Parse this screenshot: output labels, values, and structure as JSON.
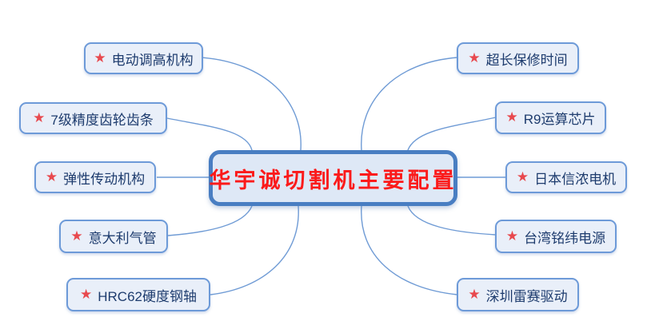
{
  "diagram_type": "mindmap",
  "center": {
    "label": "华宇诚切割机主要配置"
  },
  "branches": {
    "left": [
      {
        "label": "电动调高机构"
      },
      {
        "label": "7级精度齿轮齿条"
      },
      {
        "label": "弹性传动机构"
      },
      {
        "label": "意大利气管"
      },
      {
        "label": "HRC62硬度钢轴"
      }
    ],
    "right": [
      {
        "label": "超长保修时间"
      },
      {
        "label": "R9运算芯片"
      },
      {
        "label": "日本信浓电机"
      },
      {
        "label": "台湾铭纬电源"
      },
      {
        "label": "深圳雷赛驱动"
      }
    ]
  },
  "icons": {
    "star": "★"
  },
  "colors": {
    "background": "#ffffff",
    "center_fill": "#dee8f6",
    "center_border": "#497ec2",
    "center_text": "#fb1a1a",
    "branch_fill": "#e9eff9",
    "branch_border": "#6d9ad8",
    "branch_text": "#1e3c6e",
    "star": "#e8494e",
    "connector_line": "#6f9bd5"
  }
}
